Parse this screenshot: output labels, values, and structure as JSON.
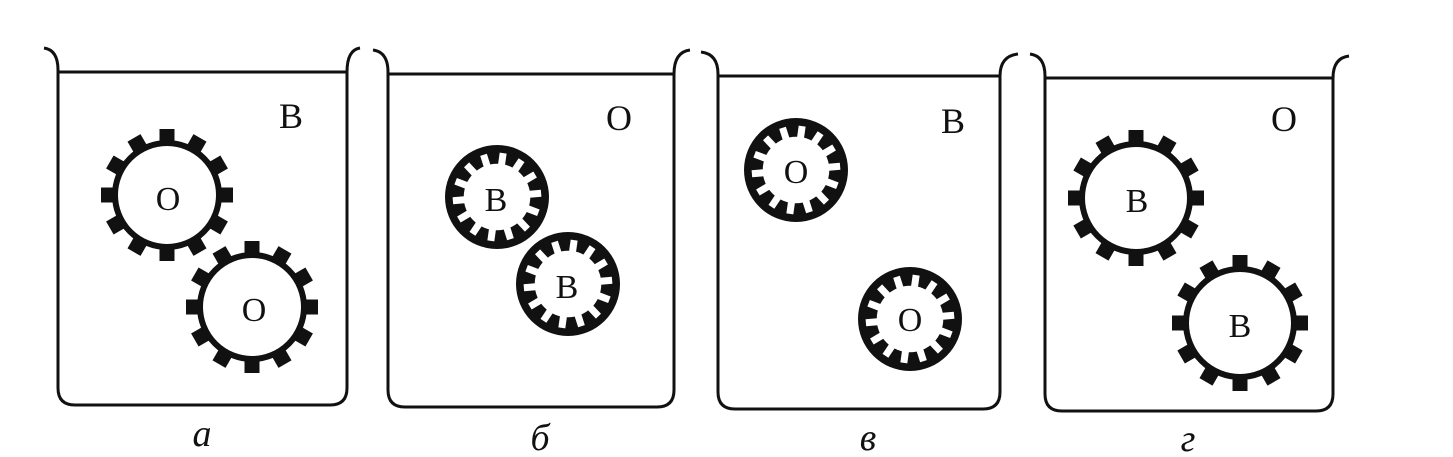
{
  "panels": [
    {
      "id": "a",
      "caption": "а",
      "medium_label": "B",
      "particles": [
        {
          "label": "O",
          "style": "outer-teeth"
        },
        {
          "label": "O",
          "style": "outer-teeth"
        }
      ]
    },
    {
      "id": "b",
      "caption": "б",
      "medium_label": "O",
      "particles": [
        {
          "label": "B",
          "style": "inner-ring"
        },
        {
          "label": "B",
          "style": "inner-ring"
        }
      ]
    },
    {
      "id": "v",
      "caption": "в",
      "medium_label": "B",
      "particles": [
        {
          "label": "O",
          "style": "inner-ring"
        },
        {
          "label": "O",
          "style": "inner-ring"
        }
      ]
    },
    {
      "id": "g",
      "caption": "г",
      "medium_label": "O",
      "particles": [
        {
          "label": "B",
          "style": "outer-teeth"
        },
        {
          "label": "B",
          "style": "outer-teeth"
        }
      ]
    }
  ],
  "colors": {
    "ink": "#111111",
    "paper": "#ffffff"
  }
}
